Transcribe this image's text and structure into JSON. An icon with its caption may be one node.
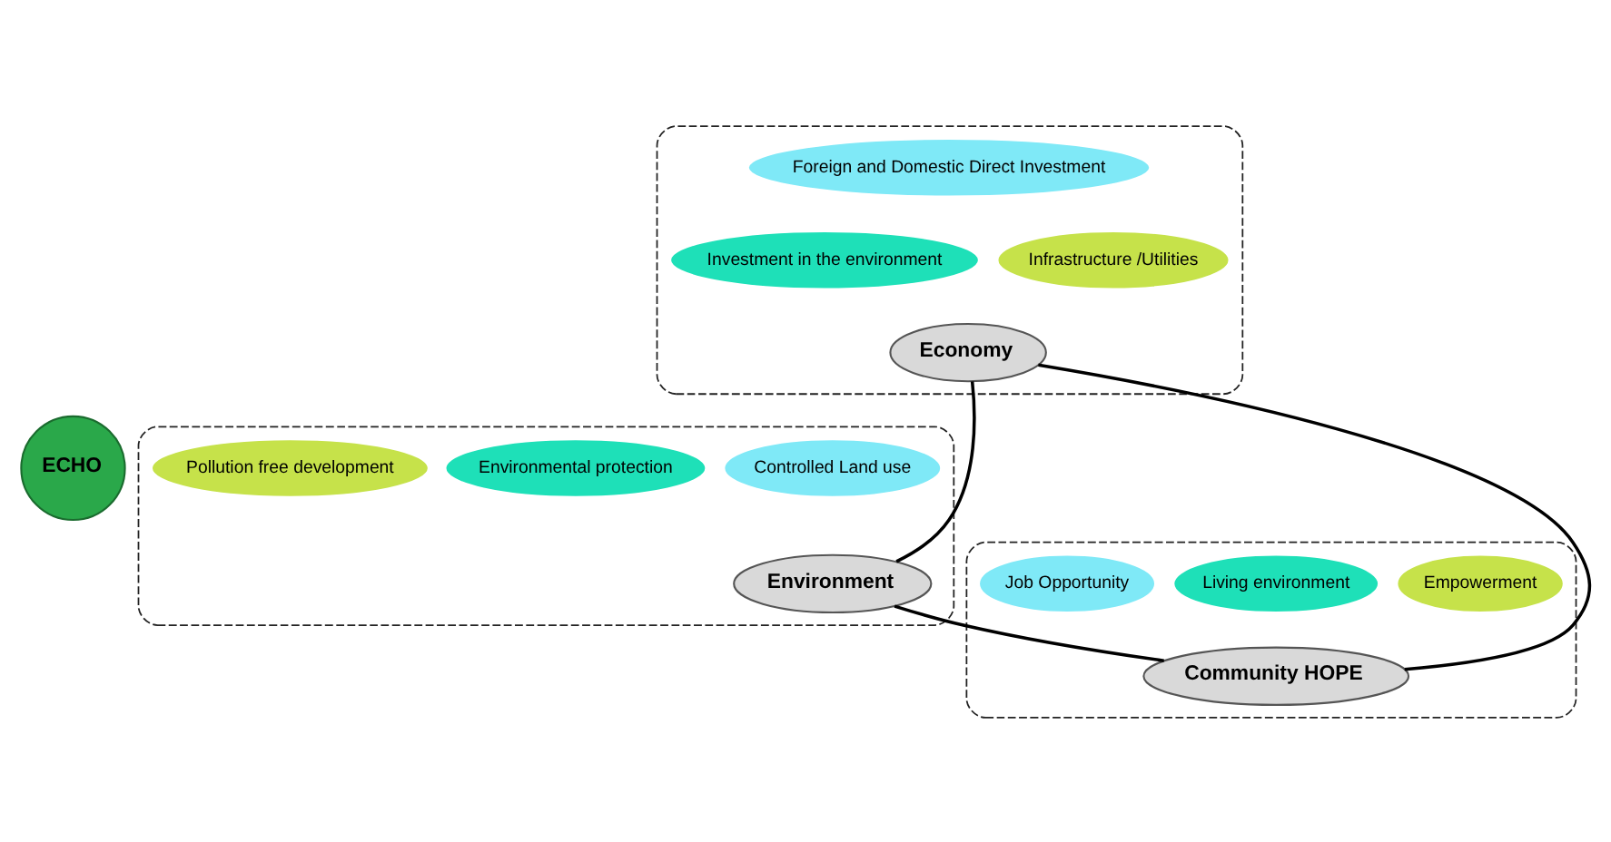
{
  "diagram": {
    "nodes": [
      {
        "text": [],
        "shape": "ellipse"
      },
      {
        "text": [
          "Foreign and Domestic Direct Investment"
        ],
        "in": 0
      },
      {
        "text": [
          "Investment in the environment"
        ],
        "in": 0
      },
      {
        "text": [
          "Infrastructure /Utilities"
        ],
        "in": 0
      },
      {
        "text": [
          "Economy"
        ],
        "in": 0
      },
      {
        "text": [
          "ECHO"
        ]
      },
      {
        "text": [],
        "shape": "ellipse"
      },
      {
        "text": [
          "Controlled Land use"
        ],
        "in": 6
      },
      {
        "text": [
          "Environmental protection"
        ],
        "in": 6
      },
      {
        "text": [
          "Pollution free development"
        ],
        "in": 6
      },
      {
        "text": [
          "Environment"
        ],
        "in": 6
      },
      {
        "text": [],
        "shape": "ellipse"
      },
      {
        "text": [
          "Community HOPE"
        ],
        "in": 11
      },
      {
        "text": [
          "Job Opportunity"
        ],
        "in": 11
      },
      {
        "text": [
          "Living environment"
        ],
        "in": 11
      },
      {
        "text": [
          "Empowerment"
        ],
        "in": 11
      }
    ],
    "edges": [
      {
        "from": 4,
        "to": 10,
        "arrow": "none"
      },
      {
        "from": 4,
        "to": 12,
        "arrow": "none"
      },
      {
        "from": 10,
        "to": 12,
        "arrow": "none"
      }
    ]
  }
}
